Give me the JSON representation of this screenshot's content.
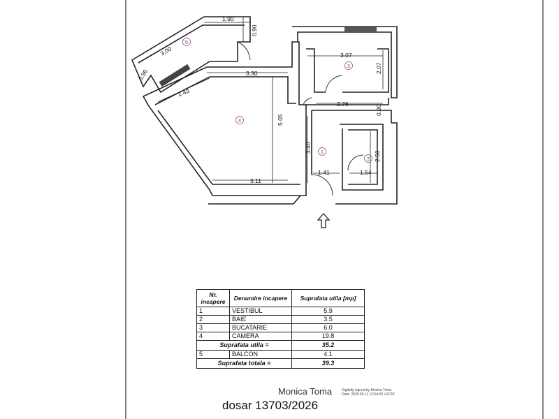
{
  "plan": {
    "dimensions": {
      "d190": "1.90",
      "d090_top": "0.90",
      "d300": "3.00",
      "d096": "0.96",
      "d330": "3.30",
      "d243": "2.43",
      "d307": "3.07",
      "d207": "2.07",
      "d276": "2.76",
      "d090_mid": "0.90",
      "d505": "5.05",
      "d340": "3.40",
      "d250": "2.50",
      "d141": "1.41",
      "d154": "1.54",
      "d311": "3.11"
    },
    "room_markers": [
      "1",
      "2",
      "3",
      "4",
      "5"
    ]
  },
  "table": {
    "headers": {
      "nr": "Nr. incapere",
      "name": "Denumire incapere",
      "area": "Suprafata utila [mp]"
    },
    "rows": [
      {
        "nr": "1",
        "name": "VESTIBUL",
        "area": "5.9"
      },
      {
        "nr": "2",
        "name": "BAIE",
        "area": "3.5"
      },
      {
        "nr": "3",
        "name": "BUCATARIE",
        "area": "6.0"
      },
      {
        "nr": "4",
        "name": "CAMERA",
        "area": "19.8"
      }
    ],
    "useful_total": {
      "label": "Suprafata utila =",
      "value": "35.2"
    },
    "balcony": {
      "nr": "5",
      "name": "BALCON",
      "area": "4.1"
    },
    "grand_total": {
      "label": "Suprafata totala =",
      "value": "39.3"
    }
  },
  "signature": {
    "name": "Monica Toma",
    "note_line1": "Digitally signed by Monica Toma",
    "note_line2": "Date: 2026.03.11 12:54:00 +02'00'"
  },
  "dosar": "dosar 13703/2026"
}
